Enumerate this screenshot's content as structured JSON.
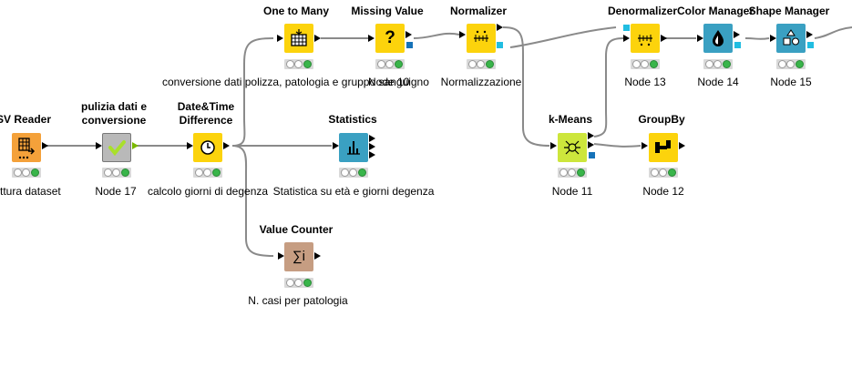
{
  "colors": {
    "reader": "#f4a13a",
    "manipulator": "#fcd30c",
    "learner": "#cde63c",
    "visualizer": "#3aa0c2",
    "other": "#b9b9b9",
    "counter": "#c69d82",
    "port_blue": "#1672b8",
    "port_cyan": "#21bde1",
    "status_ok": "#39b54a"
  },
  "nodes": {
    "csv_reader": {
      "title": "SV Reader",
      "label": "ttura dataset",
      "icon": "table-arrow-icon"
    },
    "pulizia": {
      "title_line1": "pulizia dati e",
      "title_line2": "conversione",
      "label": "Node 17",
      "icon": "checkmark-icon"
    },
    "datetime": {
      "title_line1": "Date&Time",
      "title_line2": "Difference",
      "label": "calcolo giorni di degenza",
      "icon": "clock-icon"
    },
    "one_to_many": {
      "title": "One to Many",
      "label": "conversione dati polizza, patologia e gruppo sanguigno",
      "icon": "grid-icon"
    },
    "missing_value": {
      "title": "Missing Value",
      "label": "Node 10",
      "icon": "question-icon"
    },
    "normalizer": {
      "title": "Normalizer",
      "label": "Normalizzazione",
      "icon": "normalize-icon"
    },
    "statistics": {
      "title": "Statistics",
      "label": "Statistica su età e giorni degenza",
      "icon": "bar-chart-icon"
    },
    "value_counter": {
      "title": "Value Counter",
      "label": "N. casi per patologia",
      "icon": "sigma-icon",
      "glyph": "∑i"
    },
    "kmeans": {
      "title": "k-Means",
      "label": "Node 11",
      "icon": "cluster-icon"
    },
    "groupby": {
      "title": "GroupBy",
      "label": "Node 12",
      "icon": "groupby-icon"
    },
    "denormalizer": {
      "title": "Denormalizer",
      "label": "Node 13",
      "icon": "denormalize-icon"
    },
    "color_manager": {
      "title": "Color Manager",
      "label": "Node 14",
      "icon": "drop-icon"
    },
    "shape_manager": {
      "title": "Shape Manager",
      "label": "Node 15",
      "icon": "shapes-icon"
    }
  },
  "missing_glyph": "?"
}
